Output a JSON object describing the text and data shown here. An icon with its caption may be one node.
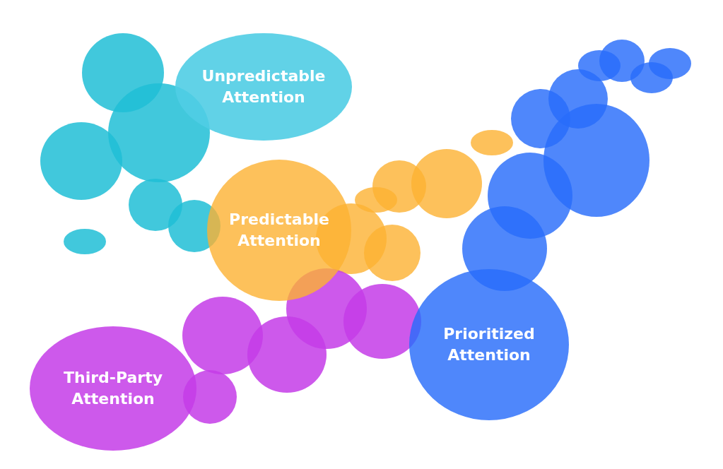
{
  "diagram": {
    "nodes": [
      {
        "text": [
          "Unpredictable Attention"
        ]
      },
      {
        "text": [],
        "shape": "circle"
      },
      {
        "text": [],
        "shape": "circle"
      },
      {
        "text": [],
        "shape": "circle"
      },
      {
        "text": [],
        "shape": "circle"
      },
      {
        "text": [],
        "shape": "circle"
      },
      {
        "text": [],
        "shape": "circle"
      },
      {
        "text": [
          "Predictable Attention"
        ]
      },
      {
        "text": [],
        "shape": "circle"
      },
      {
        "text": [],
        "shape": "circle"
      },
      {
        "text": [],
        "shape": "circle"
      },
      {
        "text": [],
        "shape": "circle"
      },
      {
        "text": [],
        "shape": "circle"
      },
      {
        "text": [],
        "shape": "circle"
      },
      {
        "text": [
          "Third-Party Attention"
        ]
      },
      {
        "text": [],
        "shape": "circle"
      },
      {
        "text": [],
        "shape": "circle"
      },
      {
        "text": [],
        "shape": "circle"
      },
      {
        "text": [],
        "shape": "circle"
      },
      {
        "text": [],
        "shape": "circle"
      },
      {
        "text": [
          "Prioritized Attention"
        ]
      },
      {
        "text": [],
        "shape": "circle"
      },
      {
        "text": [],
        "shape": "circle"
      },
      {
        "text": [],
        "shape": "circle"
      },
      {
        "text": [],
        "shape": "circle"
      },
      {
        "text": [],
        "shape": "circle"
      },
      {
        "text": [],
        "shape": "circle"
      },
      {
        "text": [],
        "shape": "circle"
      },
      {
        "text": [],
        "shape": "circle"
      },
      {
        "text": [],
        "shape": "circle"
      }
    ]
  }
}
